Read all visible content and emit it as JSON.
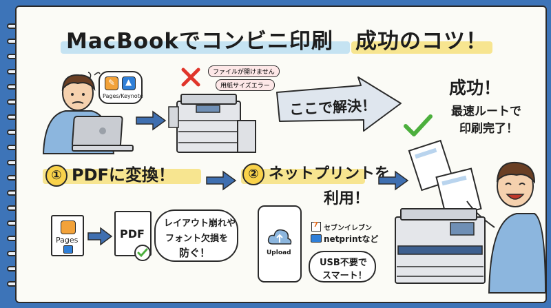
{
  "title": {
    "part1": "MacBookでコンビニ印刷",
    "part2": "成功のコツ！"
  },
  "problem": {
    "app_bubble": "Pages/Keynote",
    "error1": "ファイルが開けません",
    "error2": "用紙サイズエラー"
  },
  "solution_arrow": "ここで解決！",
  "success": {
    "title": "成功！",
    "line1": "最速ルートで",
    "line2": "印刷完了！"
  },
  "step1": {
    "number": "①",
    "label": "PDFに変換！",
    "pages_label": "Pages",
    "pdf_label": "PDF",
    "bubble_line1": "レイアウト崩れや",
    "bubble_line2": "フォント欠損を",
    "bubble_line3": "防ぐ！"
  },
  "step2": {
    "number": "②",
    "label_line1": "ネットプリントを",
    "label_line2": "利用！",
    "upload_label": "Upload",
    "service1": "セブンイレブン",
    "service2": "netprintなど",
    "bubble_line1": "USB不要で",
    "bubble_line2": "スマート！"
  },
  "colors": {
    "background": "#3d74b8",
    "paper": "#fbfbf6",
    "highlight_blue": "#bfe0f2",
    "highlight_yellow": "#f7e48a",
    "arrow_blue": "#3f6fb0",
    "check_green": "#4caf3d",
    "cross_red": "#e0352b"
  }
}
